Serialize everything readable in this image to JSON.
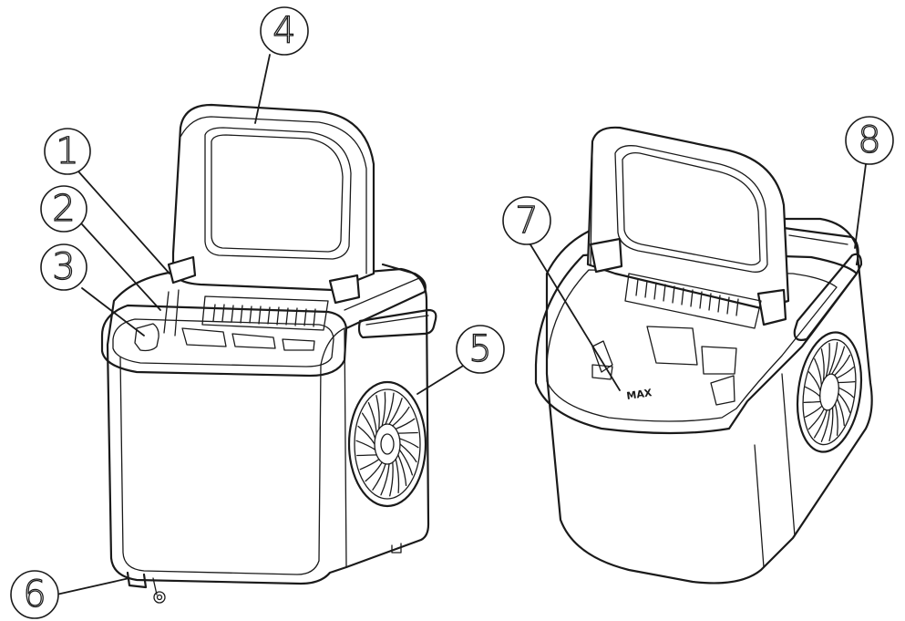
{
  "callouts": [
    {
      "number": "1"
    },
    {
      "number": "2"
    },
    {
      "number": "3"
    },
    {
      "number": "4"
    },
    {
      "number": "5"
    },
    {
      "number": "6"
    },
    {
      "number": "7"
    },
    {
      "number": "8"
    }
  ],
  "max_mark": "MAX"
}
